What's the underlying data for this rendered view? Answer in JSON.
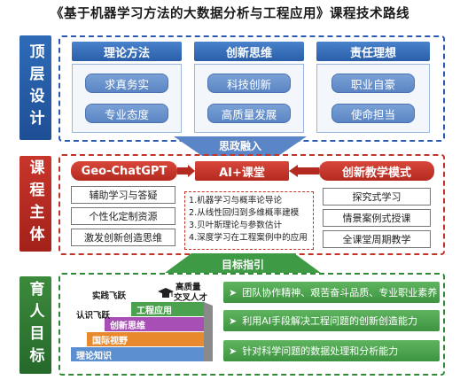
{
  "title": "《基于机器学习方法的大数据分析与工程应用》课程技术路线",
  "top": {
    "side_label": "顶层设计",
    "columns": [
      {
        "head": "理论方法",
        "items": [
          "求真务实",
          "专业态度"
        ]
      },
      {
        "head": "创新思维",
        "items": [
          "科技创新",
          "高质量发展"
        ]
      },
      {
        "head": "责任理想",
        "items": [
          "职业自豪",
          "使命担当"
        ]
      }
    ],
    "banner": "思政融入"
  },
  "middle": {
    "side_label": "课程主体",
    "left_head": "Geo-ChatGPT",
    "center_head": "AI+课堂",
    "right_head": "创新教学模式",
    "left_items": [
      "辅助学习与答疑",
      "个性化定制资源",
      "激发创新创造思维"
    ],
    "center_items": [
      "1.机器学习与概率论导论",
      "2.从线性回归到多维概率建模",
      "3.贝叶斯理论与参数估计",
      "4.深度学习在工程案例中的应用"
    ],
    "right_items": [
      "探究式学习",
      "情景案例式授课",
      "全课堂周期教学"
    ],
    "banner": "目标指引"
  },
  "bottom": {
    "side_label": "育人目标",
    "stairs": [
      "理论知识",
      "国际视野",
      "创新思维",
      "工程应用"
    ],
    "stair_labels": [
      "认识飞跃",
      "实践飞跃",
      "高质量",
      "交叉人才"
    ],
    "goals": [
      "团队协作精神、艰苦奋斗品质、专业职业素养",
      "利用AI手段解决工程问题的创新创造能力",
      "针对科学问题的数据处理和分析能力"
    ]
  },
  "colors": {
    "blue": "#2a5bb0",
    "red": "#c0342a",
    "green": "#2f8a36"
  }
}
